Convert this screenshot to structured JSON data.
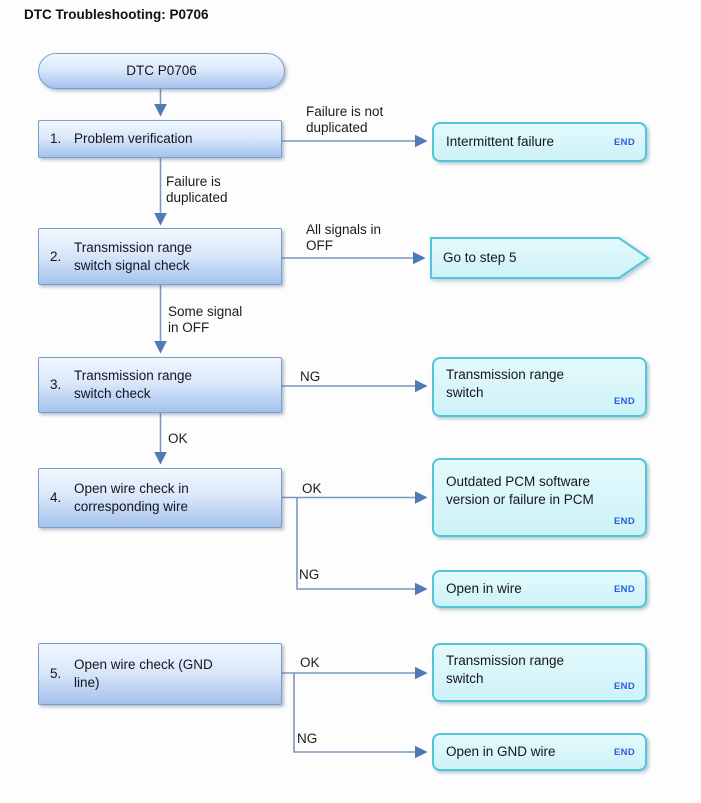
{
  "title": "DTC Troubleshooting: P0706",
  "flowchart": {
    "start": {
      "label": "DTC P0706"
    },
    "steps": [
      {
        "num": "1.",
        "lines": [
          "Problem verification"
        ]
      },
      {
        "num": "2.",
        "lines": [
          "Transmission range",
          "switch signal check"
        ]
      },
      {
        "num": "3.",
        "lines": [
          "Transmission range",
          "switch check"
        ]
      },
      {
        "num": "4.",
        "lines": [
          "Open wire check in",
          "corresponding wire"
        ]
      },
      {
        "num": "5.",
        "lines": [
          "Open wire check (GND",
          "line)"
        ]
      }
    ],
    "branch_labels": {
      "failure_not_duplicated": {
        "lines": [
          "Failure is not",
          "duplicated"
        ]
      },
      "failure_duplicated": {
        "lines": [
          "Failure is",
          "duplicated"
        ]
      },
      "all_signals_in_off": {
        "lines": [
          "All signals in",
          "OFF"
        ]
      },
      "some_signal_in_off": {
        "lines": [
          "Some signal",
          "in OFF"
        ]
      },
      "ng": "NG",
      "ok": "OK"
    },
    "results": {
      "intermittent": {
        "lines": [
          "Intermittent failure"
        ],
        "end": "END"
      },
      "goto5": {
        "lines": [
          "Go to step 5"
        ]
      },
      "trs_after_step3": {
        "lines": [
          "Transmission range",
          "switch"
        ],
        "end": "END"
      },
      "pcm": {
        "lines": [
          "Outdated PCM software",
          "version or failure in PCM"
        ],
        "end": "END"
      },
      "open_wire": {
        "lines": [
          "Open in wire"
        ],
        "end": "END"
      },
      "trs_after_step5": {
        "lines": [
          "Transmission range",
          "switch"
        ],
        "end": "END"
      },
      "open_gnd_wire": {
        "lines": [
          "Open in GND wire"
        ],
        "end": "END"
      }
    }
  },
  "colors": {
    "step_box_fill_top": "#f1f7fe",
    "step_box_fill_bottom": "#a4c2ee",
    "step_box_border": "#7c9dcb",
    "end_box_fill": "#d9f7fb",
    "end_box_border": "#52c5d8",
    "connector_line": "#7d98bd",
    "arrowhead": "#4f7ab8",
    "end_tag_text": "#2b5fd9",
    "text": "#15151f"
  }
}
